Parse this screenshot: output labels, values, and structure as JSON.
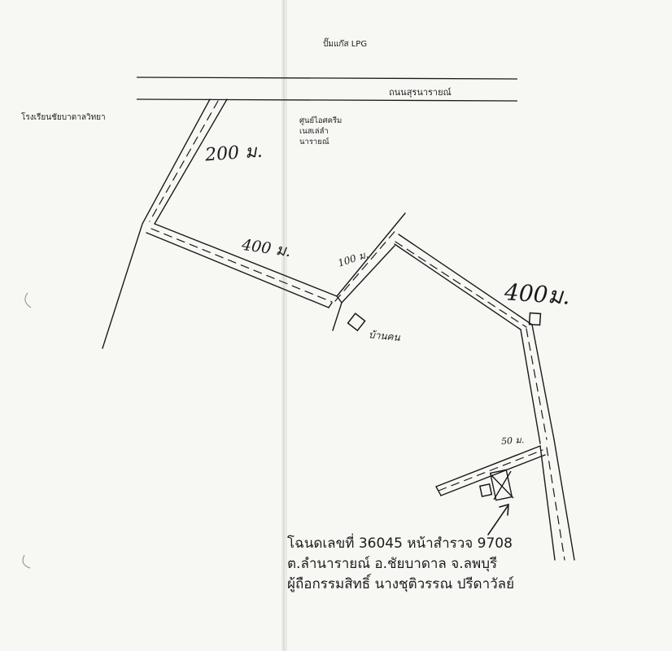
{
  "landmarks": {
    "lpg_station": "ปั๊มแก๊ส LPG",
    "school": "โรงเรียนชัยบาดาลวิทยา",
    "ice_cream_center": [
      "ศูนย์ไอศครีม",
      "เนสเล่ลำ",
      "นารายณ์"
    ],
    "house": "บ้านคน"
  },
  "main_road": {
    "name": "ถนนสุรนารายณ์"
  },
  "route": {
    "segments": [
      {
        "length_label": "200 ม."
      },
      {
        "length_label": "400 ม."
      },
      {
        "length_label": "100 ม."
      },
      {
        "length_label": "400ม."
      },
      {
        "length_label": "50 ม."
      }
    ]
  },
  "deed": {
    "line1": "โฉนดเลขที่ 36045 หน้าสำรวจ 9708",
    "line2": "ต.ลำนารายณ์ อ.ชัยบาดาล จ.ลพบุรี",
    "line3": "ผู้ถือกรรมสิทธิ์ นางชุติวรรณ ปรีดาวัลย์"
  },
  "colors": {
    "paper": "#f7f7f4",
    "ink": "#1a1a1a",
    "fold": "#cfcfc8"
  }
}
